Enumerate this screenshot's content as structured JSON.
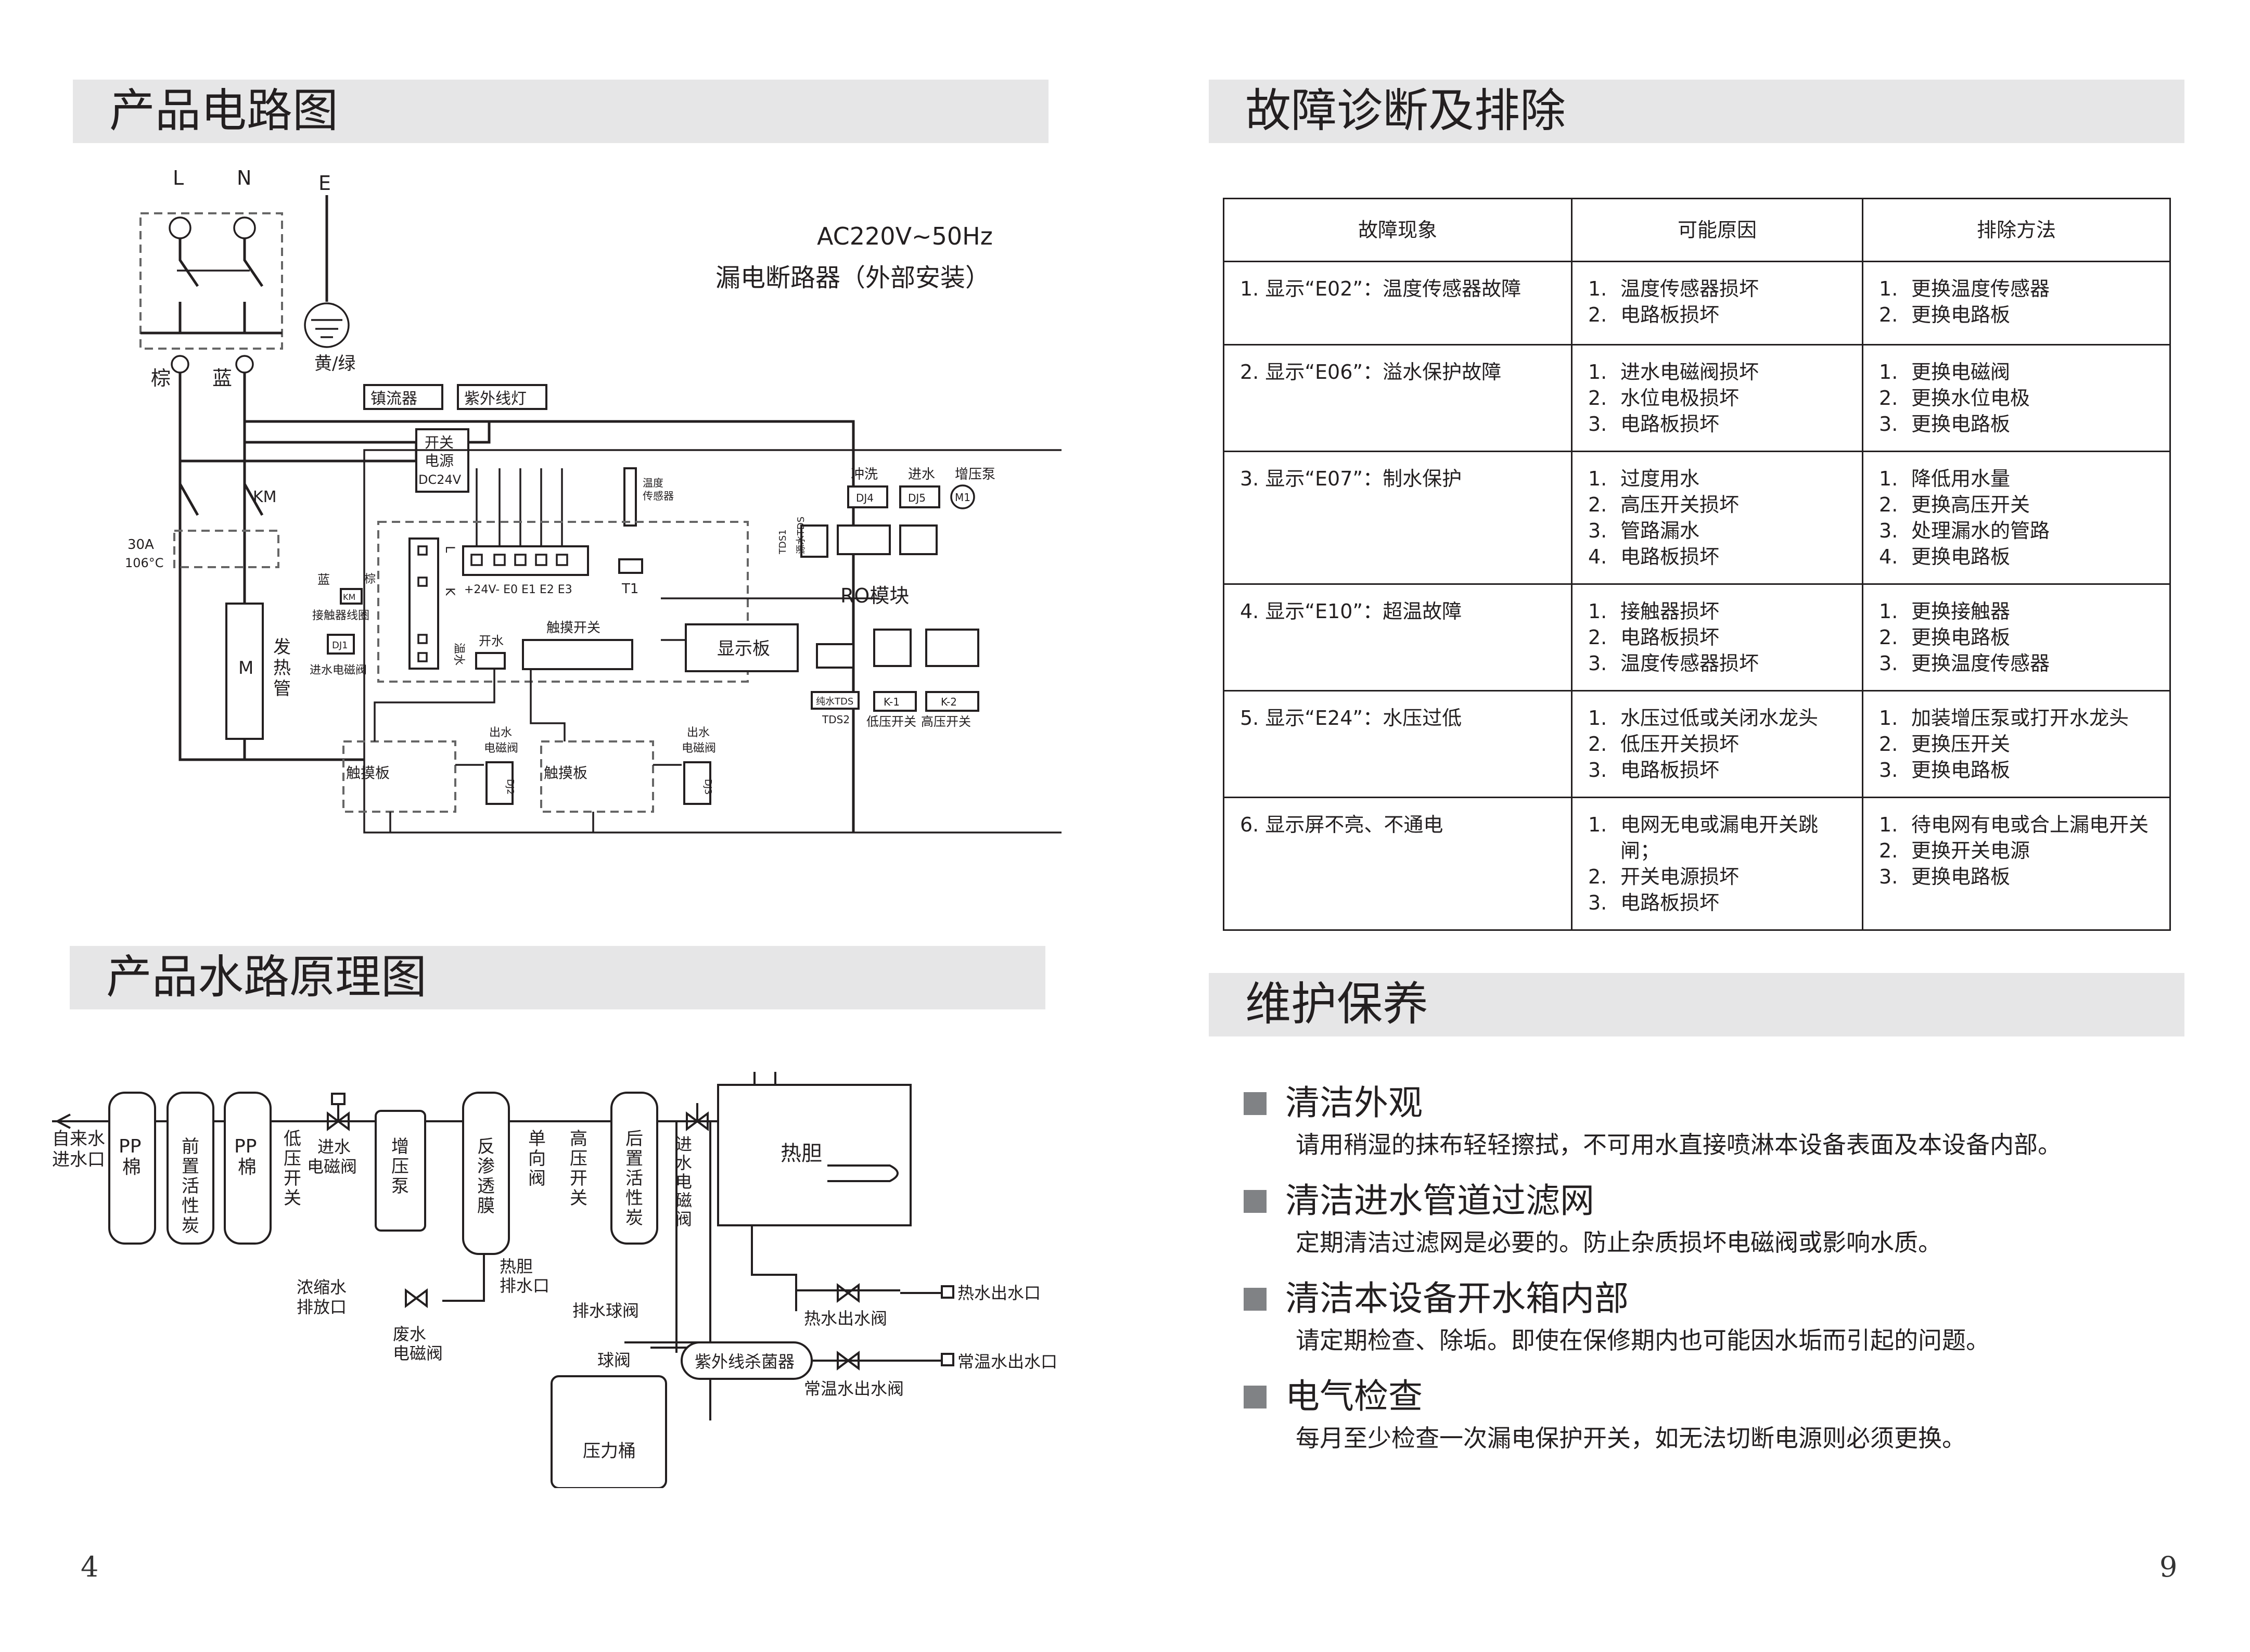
{
  "left_page": {
    "circuit_heading": "产品电路图",
    "water_heading": "产品水路原理图",
    "page_number": "4",
    "circuit": {
      "L": "L",
      "N": "N",
      "E": "E",
      "voltage": "AC220V~50Hz",
      "breaker": "漏电断路器（外部安装）",
      "brown": "棕",
      "blue": "蓝",
      "yellow_green": "黄/绿",
      "ballast": "镇流器",
      "uv_lamp": "紫外线灯",
      "psu": [
        "开关",
        "电源",
        "DC24V"
      ],
      "km": "KM",
      "fuse_a": "30A",
      "fuse_t": "106°C",
      "heater_m": "M",
      "heater": [
        "发",
        "热",
        "管"
      ],
      "temp_sensor": [
        "温度",
        "传感器"
      ],
      "t1": "T1",
      "terminals": "+24V-    E0  E1  E2  E3",
      "flush": "冲洗",
      "inlet": "进水",
      "booster": "增压泵",
      "dj4": "DJ4",
      "dj5": "DJ5",
      "m1": "M1",
      "tds1": [
        "TDS1",
        "源水TDS"
      ],
      "ro_module": "RO模块",
      "blue2": "蓝",
      "brown2": "棕",
      "km2": "KM",
      "contactor_coil": "接触器线圈",
      "dj1": "DJ1",
      "inlet_valve": "进水电磁阀",
      "l_lbl": "L",
      "k_lbl": "K",
      "open_water": "开水",
      "warm_water": "温水",
      "touch_switch": "触摸开关",
      "display_board": "显示板",
      "pure_tds": "纯水TDS",
      "tds2": "TDS2",
      "k1": "K-1",
      "k2": "K-2",
      "low_sw": "低压开关",
      "high_sw": "高压开关",
      "outlet_valve": [
        "出水",
        "电磁阀"
      ],
      "touch_board": "触摸板",
      "dj2": "DJ2",
      "dj3": "DJ3"
    },
    "water": {
      "tap_in": [
        "自来水",
        "进水口"
      ],
      "pp1": [
        "PP",
        "棉"
      ],
      "pre_carbon": [
        "前",
        "置",
        "活",
        "性",
        "炭"
      ],
      "pp2": [
        "PP",
        "棉"
      ],
      "low_sw": [
        "低",
        "压",
        "开",
        "关"
      ],
      "inlet_valve": [
        "进水",
        "电磁阀"
      ],
      "booster": [
        "增",
        "压",
        "泵"
      ],
      "ro": [
        "反",
        "渗",
        "透",
        "膜"
      ],
      "check": [
        "单",
        "向",
        "阀"
      ],
      "high_sw": [
        "高",
        "压",
        "开",
        "关"
      ],
      "post_carbon": [
        "后",
        "置",
        "活",
        "性",
        "炭"
      ],
      "inlet_valve2": [
        "进",
        "水",
        "电",
        "磁",
        "阀"
      ],
      "tank": "热胆",
      "concentrate": [
        "浓缩水",
        "排放口"
      ],
      "waste_valve": [
        "废水",
        "电磁阀"
      ],
      "drain": [
        "热胆",
        "排水口"
      ],
      "drain_ball": "排水球阀",
      "hot_out_valve": "热水出水阀",
      "hot_out": "热水出水口",
      "uv": "紫外线杀菌器",
      "ball_valve": "球阀",
      "normal_out": "常温水出水口",
      "normal_valve": "常温水出水阀",
      "pressure_tank": "压力桶"
    }
  },
  "right_page": {
    "fault_heading": "故障诊断及排除",
    "maint_heading": "维护保养",
    "page_number": "9",
    "table": {
      "headers": [
        "故障现象",
        "可能原因",
        "排除方法"
      ],
      "rows": [
        {
          "symptom": "1.  显示“E02”：温度传感器故障",
          "causes": [
            "温度传感器损坏",
            "电路板损坏"
          ],
          "fixes": [
            "更换温度传感器",
            "更换电路板"
          ]
        },
        {
          "symptom": "2.  显示“E06”：溢水保护故障",
          "causes": [
            "进水电磁阀损坏",
            "水位电极损坏",
            "电路板损坏"
          ],
          "fixes": [
            "更换电磁阀",
            "更换水位电极",
            "更换电路板"
          ]
        },
        {
          "symptom": "3.  显示“E07”：制水保护",
          "causes": [
            "过度用水",
            "高压开关损坏",
            "管路漏水",
            "电路板损坏"
          ],
          "fixes": [
            "降低用水量",
            "更换高压开关",
            "处理漏水的管路",
            "更换电路板"
          ]
        },
        {
          "symptom": "4.  显示“E10”：超温故障",
          "causes": [
            "接触器损坏",
            "电路板损坏",
            "温度传感器损坏"
          ],
          "fixes": [
            "更换接触器",
            "更换电路板",
            "更换温度传感器"
          ]
        },
        {
          "symptom": "5.  显示“E24”：水压过低",
          "causes": [
            "水压过低或关闭水龙头",
            "低压开关损坏",
            "电路板损坏"
          ],
          "fixes": [
            "加装增压泵或打开水龙头",
            "更换压开关",
            "更换电路板"
          ]
        },
        {
          "symptom": "6.  显示屏不亮、不通电",
          "causes": [
            "电网无电或漏电开关跳闸；",
            "开关电源损坏",
            "电路板损坏"
          ],
          "fixes": [
            "待电网有电或合上漏电开关",
            "更换开关电源",
            "更换电路板"
          ]
        }
      ]
    },
    "maintenance": [
      {
        "title": "清洁外观",
        "text": "请用稍湿的抹布轻轻擦拭，不可用水直接喷淋本设备表面及本设备内部。"
      },
      {
        "title": "清洁进水管道过滤网",
        "text": "定期清洁过滤网是必要的。防止杂质损坏电磁阀或影响水质。"
      },
      {
        "title": "清洁本设备开水箱内部",
        "text": "请定期检查、除垢。即使在保修期内也可能因水垢而引起的问题。"
      },
      {
        "title": "电气检查",
        "text": "每月至少检查一次漏电保护开关，如无法切断电源则必须更换。"
      }
    ]
  }
}
